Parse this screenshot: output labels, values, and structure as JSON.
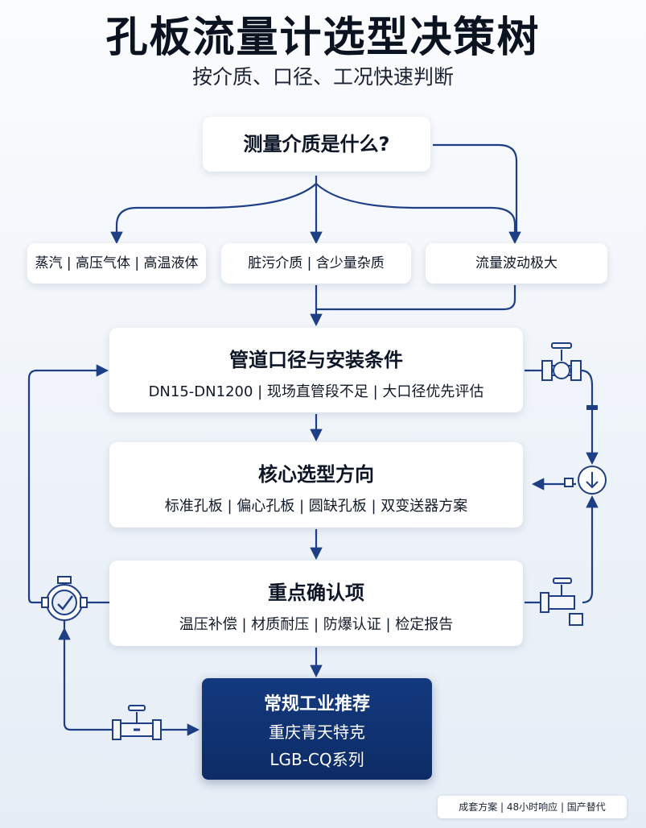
{
  "header": {
    "title": "孔板流量计选型决策树",
    "subtitle": "按介质、口径、工况快速判断"
  },
  "question": "测量介质是什么?",
  "options": [
    "蒸汽 | 高压气体 | 高温液体",
    "脏污介质 | 含少量杂质",
    "流量波动极大"
  ],
  "stages": [
    {
      "title": "管道口径与安装条件",
      "detail": "DN15-DN1200 | 现场直管段不足 | 大口径优先评估"
    },
    {
      "title": "核心选型方向",
      "detail": "标准孔板 | 偏心孔板 | 圆缺孔板 | 双变送器方案"
    },
    {
      "title": "重点确认项",
      "detail": "温压补偿 | 材质耐压 | 防爆认证 | 检定报告"
    }
  ],
  "recommendation": {
    "heading": "常规工业推荐",
    "line1": "重庆青天特克",
    "line2": "LGB-CQ系列"
  },
  "footer": "成套方案 | 48小时响应 | 国产替代",
  "colors": {
    "accent": "#1e3f86",
    "recommend_bg": "#0d2c66"
  },
  "icons": [
    "valve-icon",
    "flow-arrow-icon",
    "pressure-gauge-icon",
    "pipe-valve-icon"
  ]
}
